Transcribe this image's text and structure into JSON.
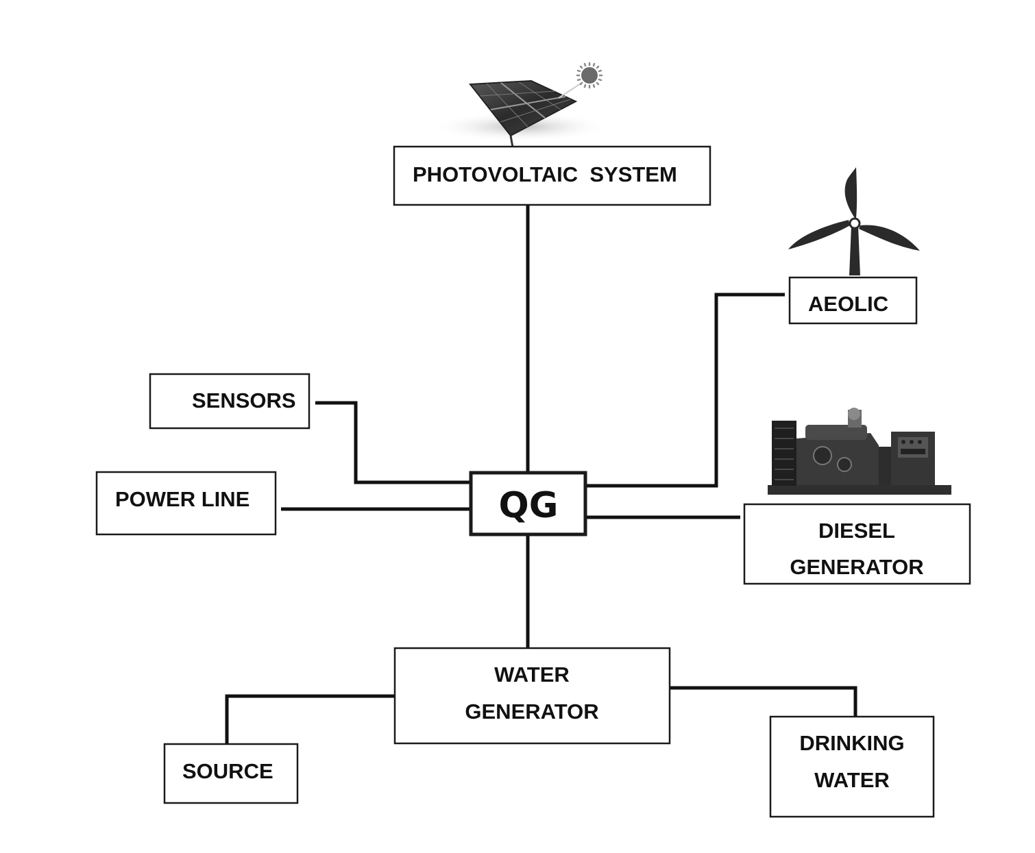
{
  "hub": {
    "label": "QG"
  },
  "nodes": {
    "photovoltaic": {
      "label": "PHOTOVOLTAIC  SYSTEM",
      "icon": "solar-panel-icon"
    },
    "aeolic": {
      "label": "AEOLIC",
      "icon": "wind-turbine-icon"
    },
    "sensors": {
      "label": "SENSORS"
    },
    "power_line": {
      "label": "POWER LINE"
    },
    "diesel": {
      "label_line1": "DIESEL",
      "label_line2": "GENERATOR",
      "icon": "diesel-generator-icon"
    },
    "water_generator": {
      "label_line1": "WATER",
      "label_line2": "GENERATOR"
    },
    "source": {
      "label": "SOURCE"
    },
    "drinking_water": {
      "label_line1": "DRINKING",
      "label_line2": "WATER"
    }
  },
  "colors": {
    "line": "#111111",
    "box_fill": "#ffffff",
    "text": "#111111"
  }
}
